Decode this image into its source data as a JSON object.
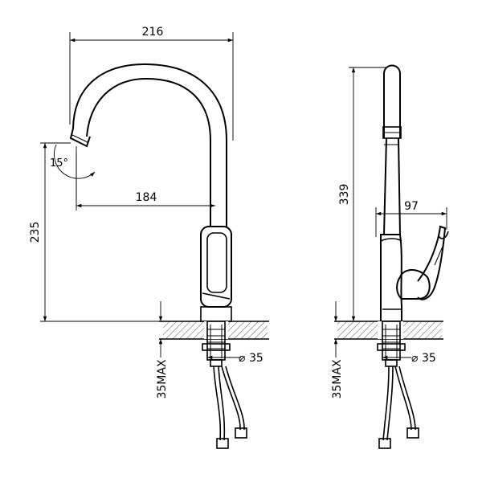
{
  "dimensions": {
    "width_216": "216",
    "reach_184": "184",
    "height_235": "235",
    "angle_15": "15°",
    "height_339": "339",
    "depth_97": "97",
    "hole_left": "35",
    "hole_right": "35",
    "max_left": "35MAX",
    "max_right": "35MAX"
  },
  "symbols": {
    "diameter": "⌀"
  }
}
